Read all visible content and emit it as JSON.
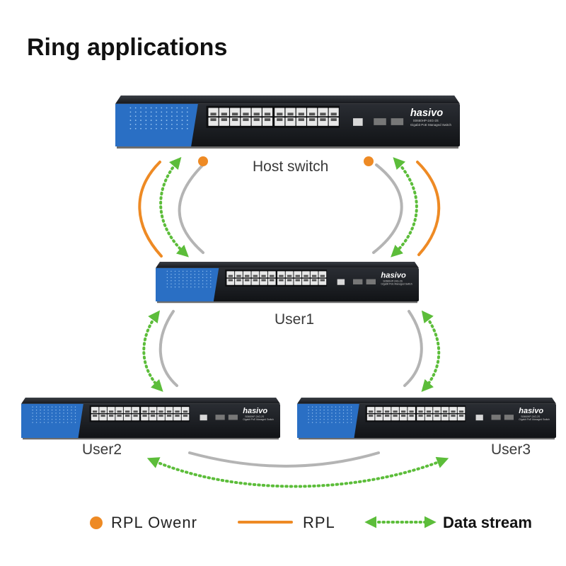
{
  "title": "Ring applications",
  "nodes": {
    "host": {
      "label": "Host switch"
    },
    "user1": {
      "label": "User1"
    },
    "user2": {
      "label": "User2"
    },
    "user3": {
      "label": "User3"
    }
  },
  "switch": {
    "brand": "hasivo",
    "model": "S0660HP-24G-2S",
    "subtitle": "Gigabit PoE Managed Switch"
  },
  "legend": {
    "owner": "RPL Owenr",
    "rpl": "RPL",
    "data": "Data stream"
  },
  "colors": {
    "rpl": "#ee8a24",
    "owner": "#ee8a24",
    "data": "#5cbd3a",
    "link": "#b4b4b4",
    "switch_body": "#1e2126",
    "switch_panel": "#2a6fc4"
  }
}
